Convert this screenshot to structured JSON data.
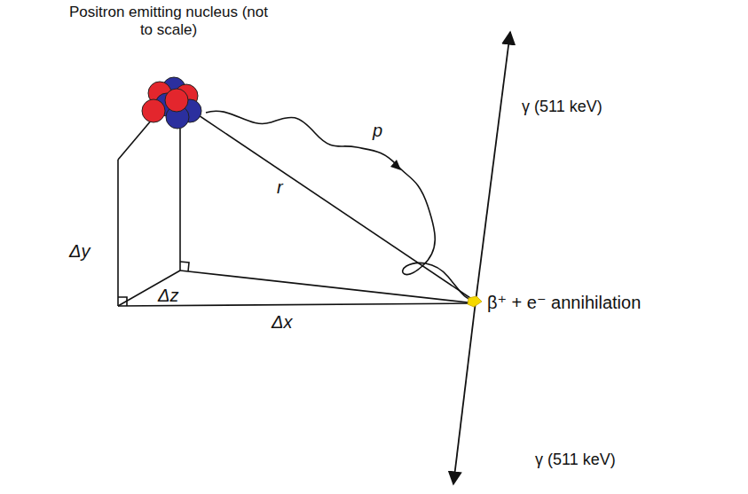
{
  "diagram": {
    "labels": [
      "Positron emitting nucleus (not to scale)",
      "γ (511 keV)",
      "γ (511 keV)",
      "p",
      "r",
      "Δy",
      "Δz",
      "Δx",
      "β⁺ + e⁻ annihilation"
    ]
  }
}
